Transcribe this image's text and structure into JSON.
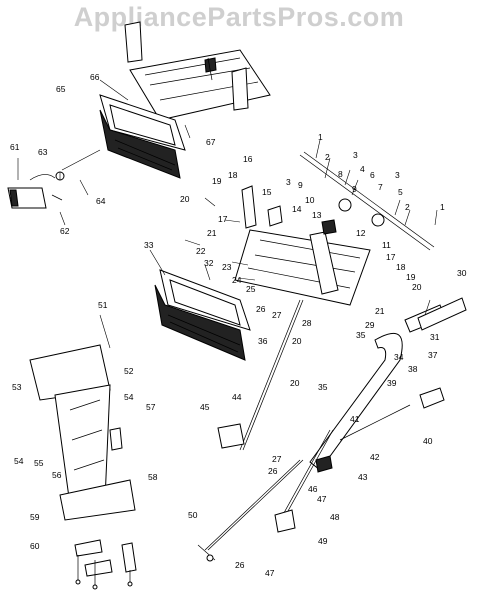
{
  "watermark": "AppliancePartsPros.com",
  "callouts": [
    "1",
    "2",
    "3",
    "4",
    "5",
    "6",
    "7",
    "8",
    "9",
    "10",
    "11",
    "12",
    "13",
    "14",
    "15",
    "16",
    "17",
    "18",
    "19",
    "20",
    "21",
    "22",
    "23",
    "24",
    "25",
    "26",
    "27",
    "28",
    "29",
    "30",
    "31",
    "32",
    "33",
    "34",
    "35",
    "36",
    "37",
    "38",
    "39",
    "40",
    "41",
    "42",
    "43",
    "44",
    "45",
    "46",
    "47",
    "48",
    "49",
    "50",
    "51",
    "52",
    "53",
    "54",
    "55",
    "56",
    "57",
    "58",
    "59",
    "60",
    "61",
    "62",
    "63",
    "64",
    "65",
    "66",
    "67"
  ]
}
